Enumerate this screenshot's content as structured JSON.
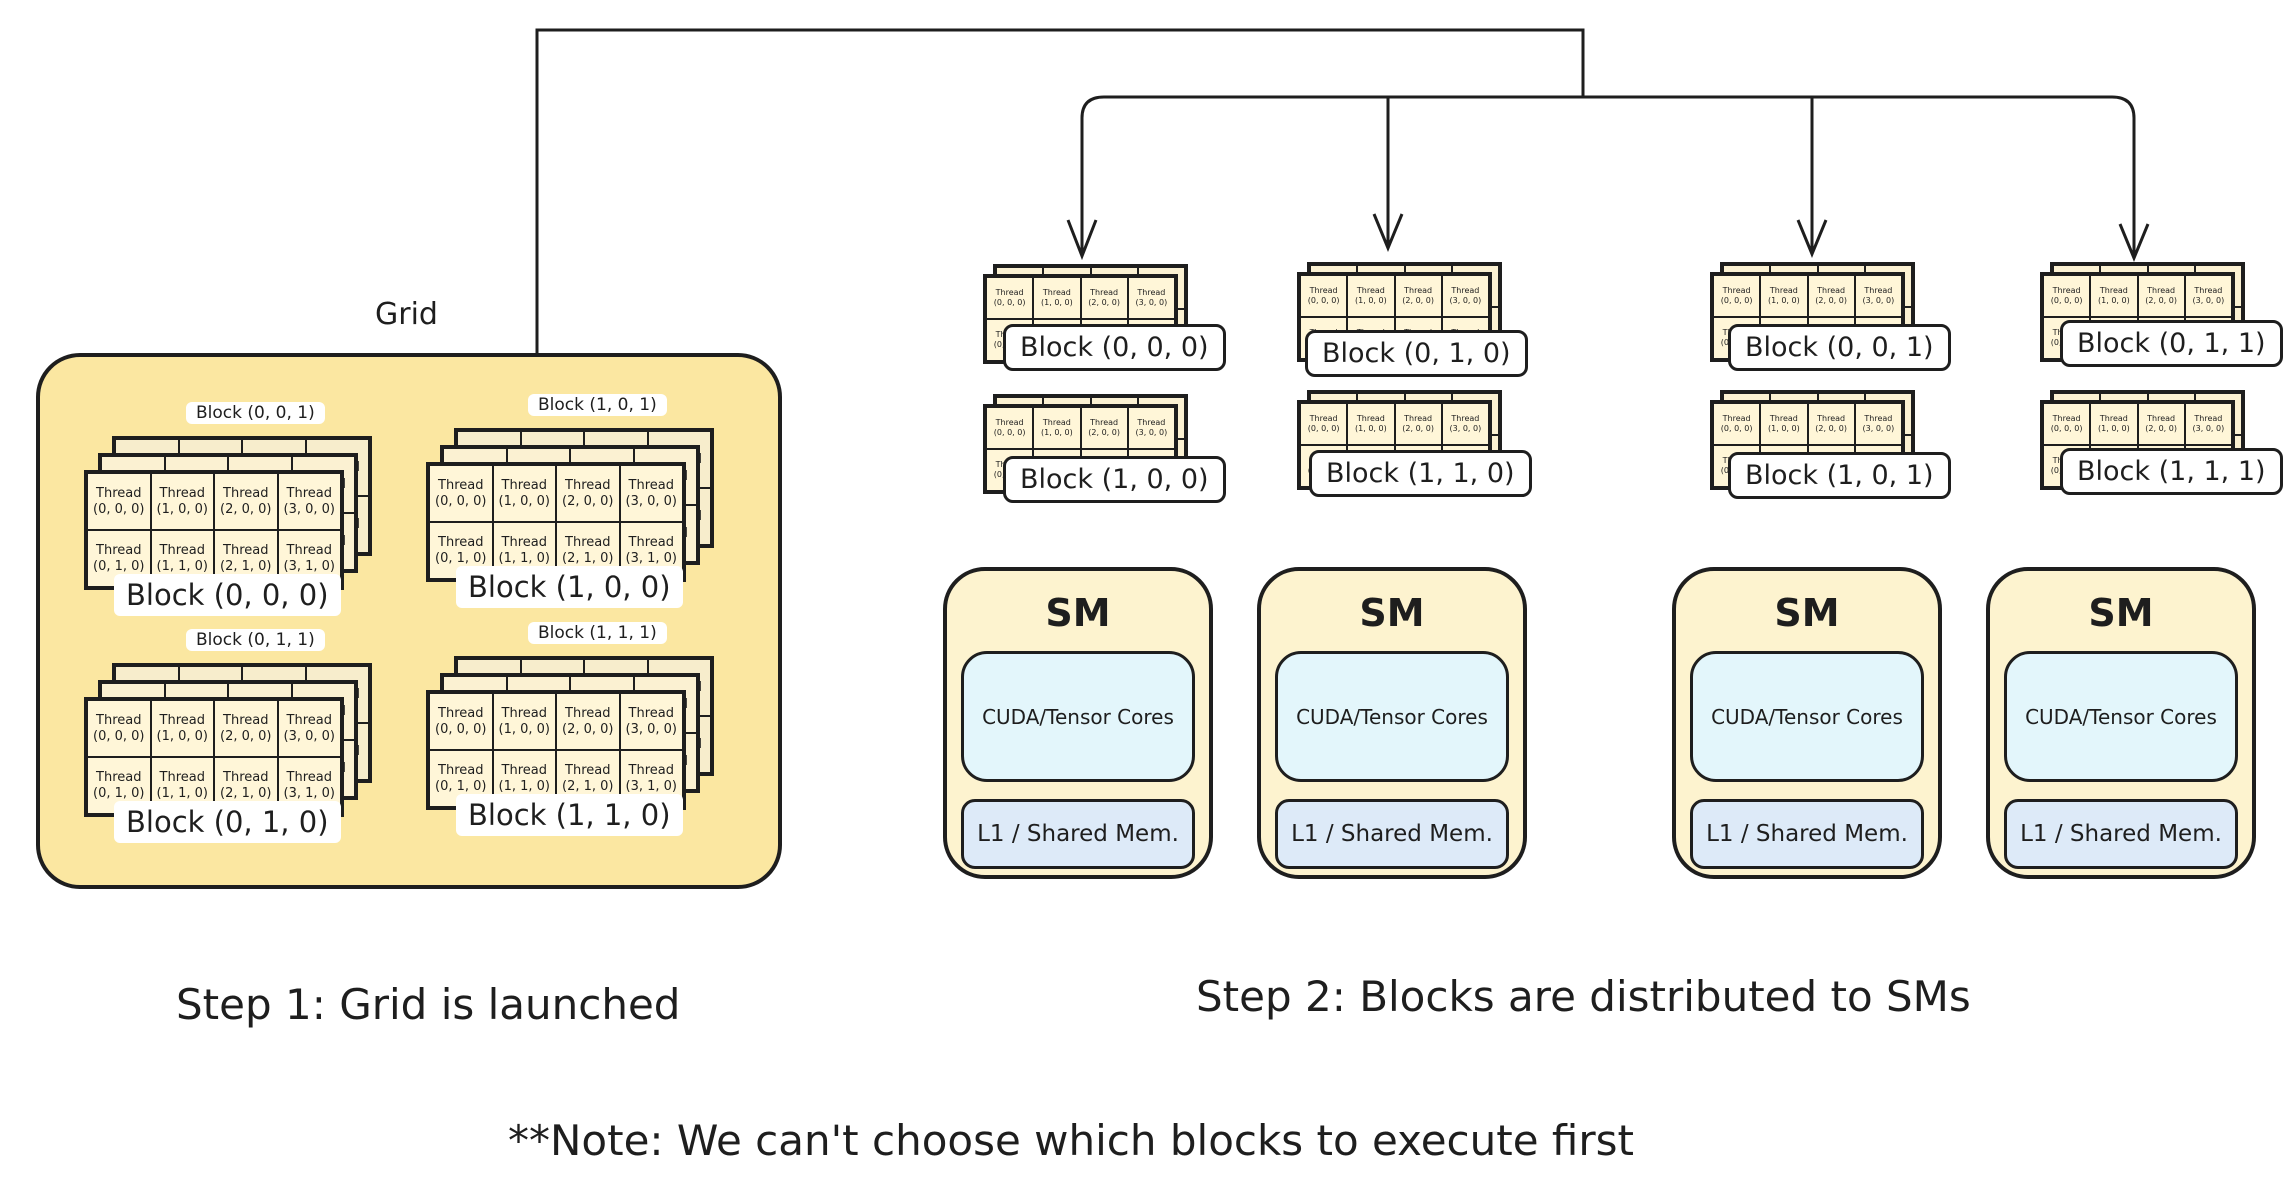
{
  "grid_label": "Grid",
  "thread_word": "Thread",
  "thread_coords": [
    "(0, 0, 0)",
    "(1, 0, 0)",
    "(2, 0, 0)",
    "(3, 0, 0)",
    "(0, 1, 0)",
    "(1, 1, 0)",
    "(2, 1, 0)",
    "(3, 1, 0)"
  ],
  "grid_blocks": [
    {
      "top_label": "Block (0, 0, 1)",
      "bottom_label": "Block (0, 0, 0)"
    },
    {
      "top_label": "Block (1, 0, 1)",
      "bottom_label": "Block (1, 0, 0)"
    },
    {
      "top_label": "Block (0, 1, 1)",
      "bottom_label": "Block (0, 1, 0)"
    },
    {
      "top_label": "Block (1, 1, 1)",
      "bottom_label": "Block (1, 1, 0)"
    }
  ],
  "distributed_blocks": [
    "Block (0, 0, 0)",
    "Block (1, 0, 0)",
    "Block (0, 1, 0)",
    "Block (1, 1, 0)",
    "Block (0, 0, 1)",
    "Block (1, 0, 1)",
    "Block (0, 1, 1)",
    "Block (1, 1, 1)"
  ],
  "sm": {
    "title": "SM",
    "cores_label": "CUDA/Tensor Cores",
    "memory_label": "L1 / Shared Mem."
  },
  "step1_caption": "Step 1: Grid is launched",
  "step2_caption": "Step 2: Blocks are distributed to SMs",
  "note": "**Note: We can't choose which blocks to execute first"
}
